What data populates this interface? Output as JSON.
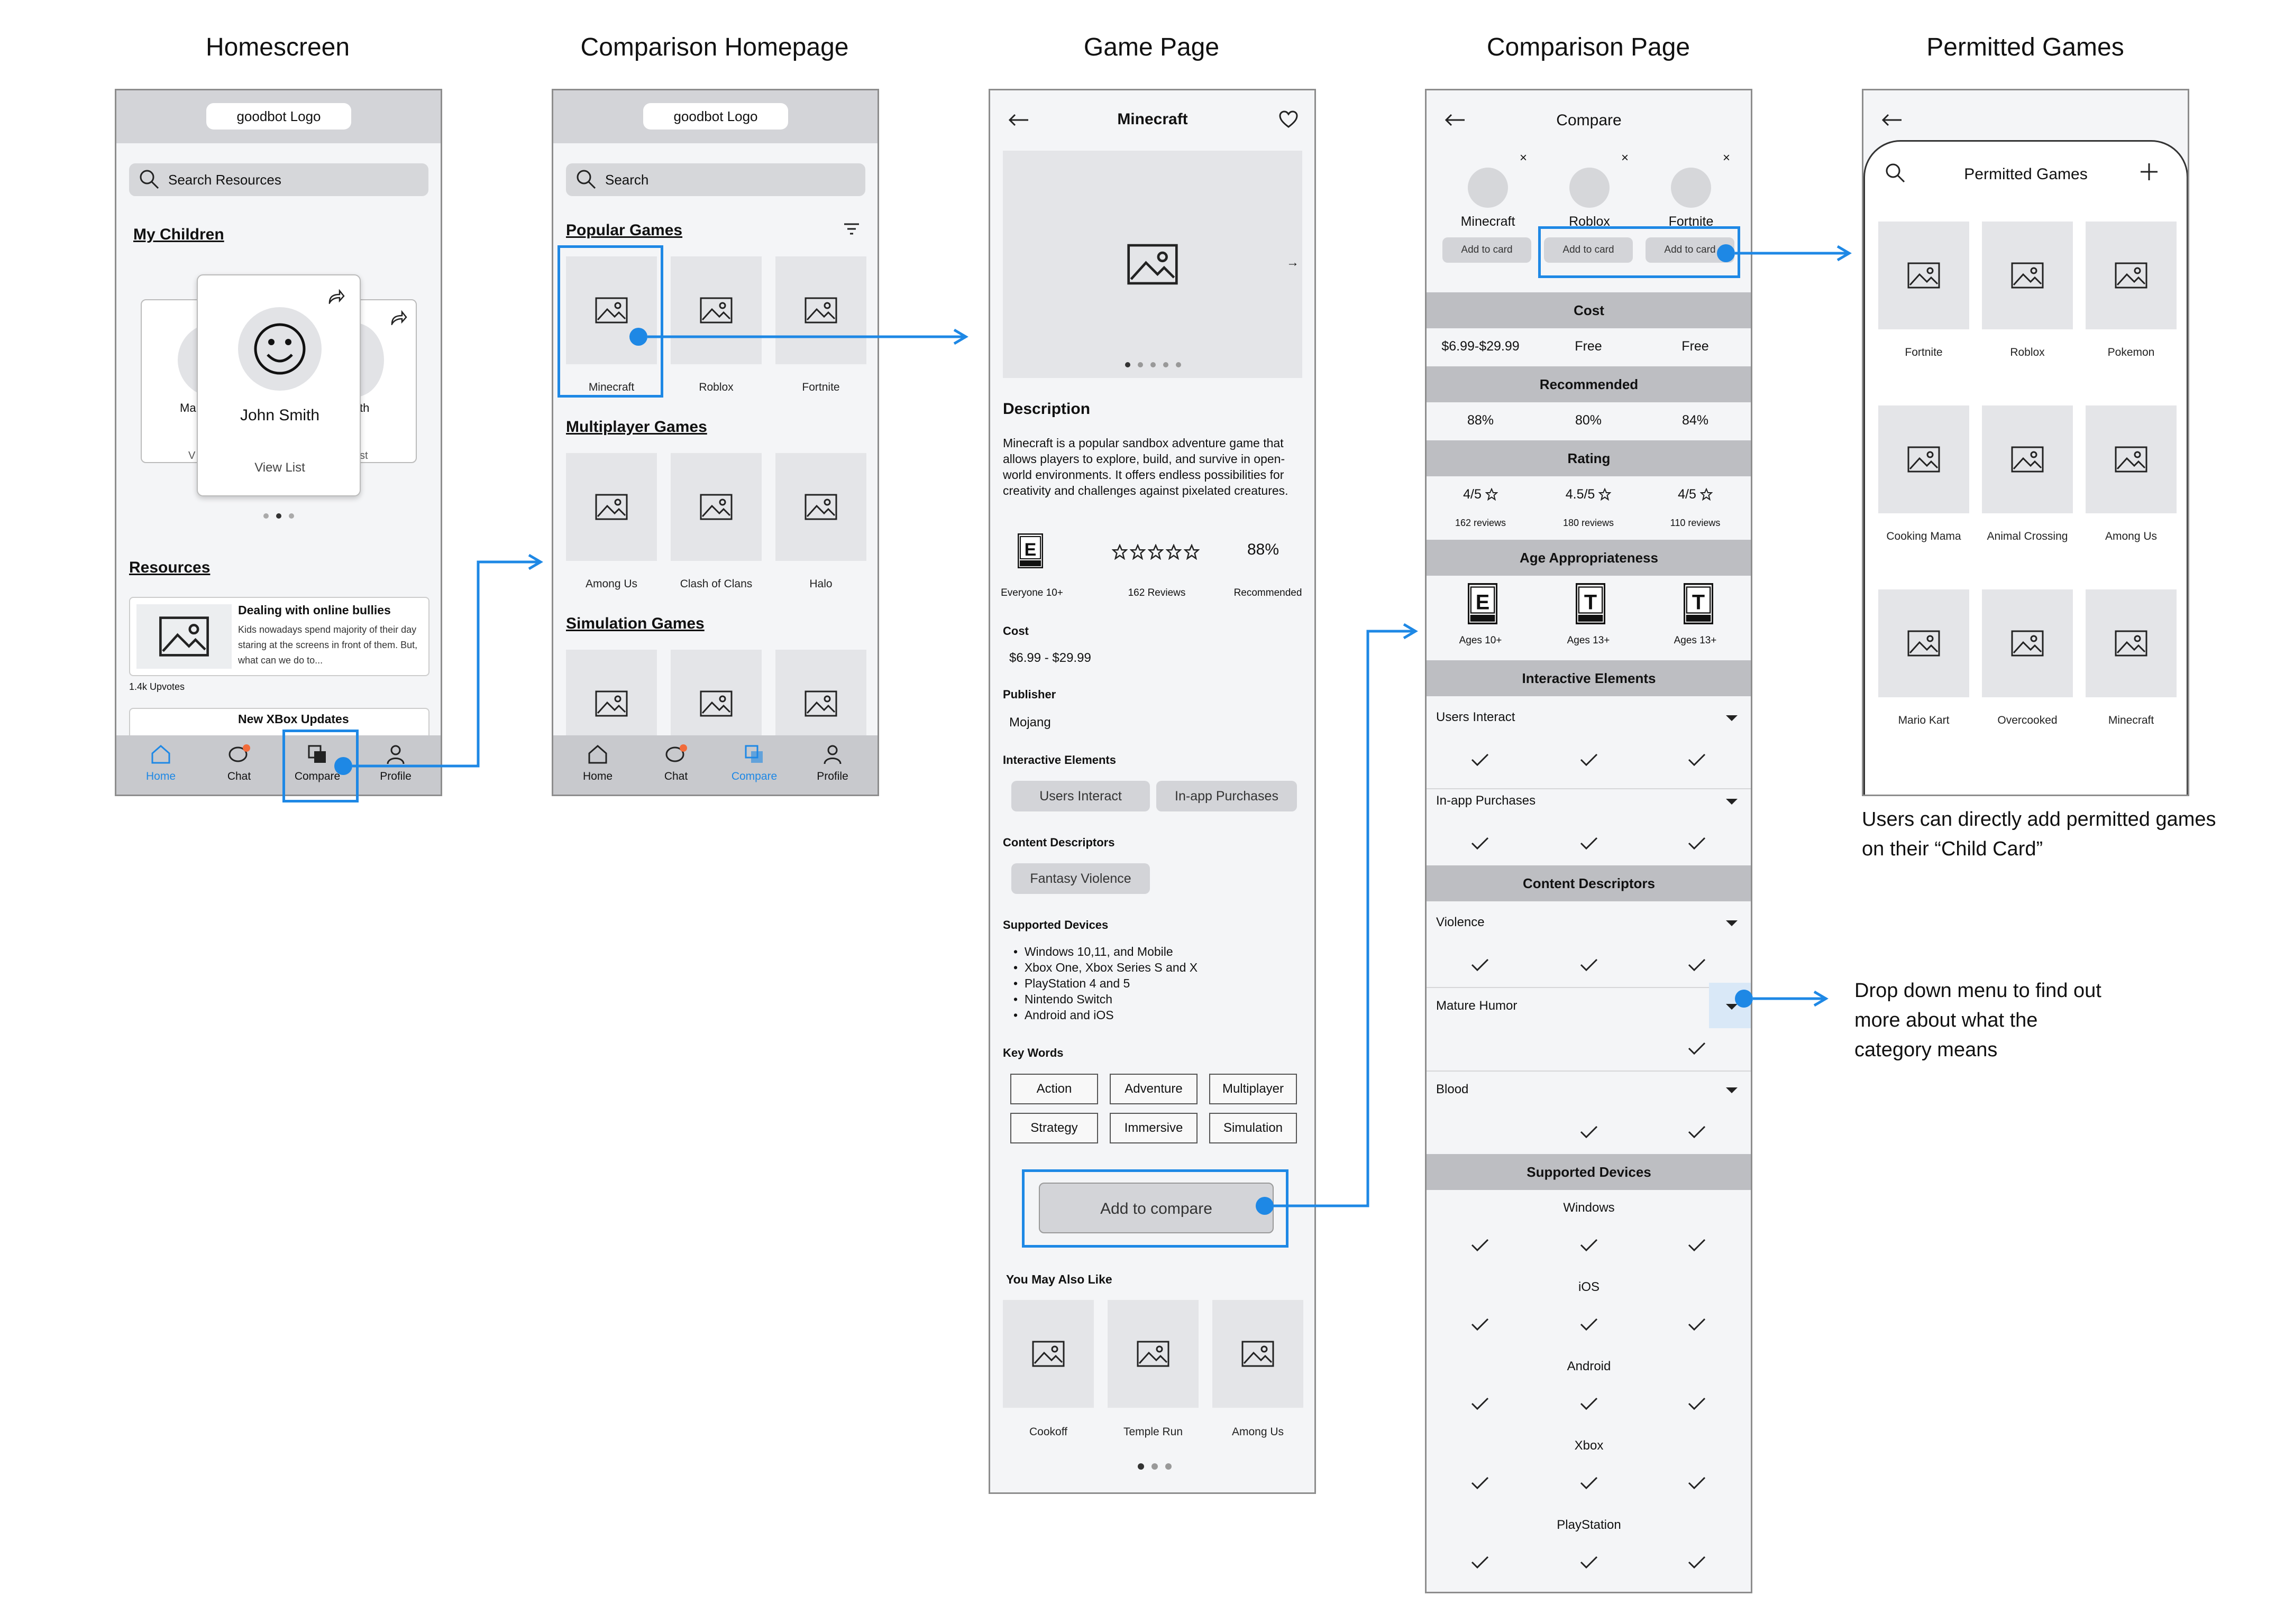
{
  "columns": {
    "c1": "Homescreen",
    "c2": "Comparison Homepage",
    "c3": "Game Page",
    "c4": "Comparison Page",
    "c5": "Permitted Games"
  },
  "home": {
    "logo": "goodbot Logo",
    "search_placeholder": "Search Resources",
    "my_children": "My Children",
    "child_name": "John Smith",
    "view_list": "View List",
    "left_peek": "Ma",
    "left_peek2": "V",
    "right_peek": "th",
    "right_peek2": "st",
    "resources": "Resources",
    "res1_title": "Dealing with online bullies",
    "res1_body": "Kids nowadays spend majority of their day staring at the screens in front of them.  But, what can we do to...",
    "res1_upvotes": "1.4k Upvotes",
    "res2_title": "New XBox Updates"
  },
  "nav": {
    "home": "Home",
    "chat": "Chat",
    "compare": "Compare",
    "profile": "Profile"
  },
  "chome": {
    "logo": "goodbot Logo",
    "search_placeholder": "Search",
    "popular": "Popular Games",
    "multiplayer": "Multiplayer Games",
    "simulation": "Simulation Games",
    "popular_games": [
      "Minecraft",
      "Roblox",
      "Fortnite"
    ],
    "multi_games": [
      "Among Us",
      "Clash of Clans",
      "Halo"
    ]
  },
  "game": {
    "title": "Minecraft",
    "description_h": "Description",
    "description": "Minecraft is a popular sandbox adventure game that allows players to explore, build, and survive in open-world environments. It offers endless possibilities for creativity and challenges against pixelated creatures.",
    "esrb_label": "Everyone 10+",
    "reviews": "162 Reviews",
    "percent": "88%",
    "recommended": "Recommended",
    "cost_h": "Cost",
    "cost": "$6.99 - $29.99",
    "publisher_h": "Publisher",
    "publisher": "Mojang",
    "interactive_h": "Interactive Elements",
    "interactive": [
      "Users Interact",
      "In-app Purchases"
    ],
    "content_h": "Content Descriptors",
    "content": [
      "Fantasy Violence"
    ],
    "devices_h": "Supported Devices",
    "devices": [
      "Windows 10,11, and Mobile",
      "Xbox One, Xbox Series S and X",
      "PlayStation 4 and 5",
      "Nintendo Switch",
      "Android and iOS"
    ],
    "keywords_h": "Key Words",
    "keywords": [
      "Action",
      "Adventure",
      "Multiplayer",
      "Strategy",
      "Immersive",
      "Simulation"
    ],
    "add_compare": "Add to compare",
    "also_like": "You May Also Like",
    "also_games": [
      "Cookoff",
      "Temple Run",
      "Among Us"
    ]
  },
  "compare": {
    "title": "Compare",
    "games": [
      "Minecraft",
      "Roblox",
      "Fortnite"
    ],
    "add_card": "Add to card",
    "cost_h": "Cost",
    "cost": [
      "$6.99-$29.99",
      "Free",
      "Free"
    ],
    "rec_h": "Recommended",
    "rec": [
      "88%",
      "80%",
      "84%"
    ],
    "rating_h": "Rating",
    "rating": [
      "4/5",
      "4.5/5",
      "4/5"
    ],
    "reviews": [
      "162 reviews",
      "180 reviews",
      "110 reviews"
    ],
    "age_h": "Age Appropriateness",
    "ages": [
      "Ages 10+",
      "Ages 13+",
      "Ages 13+"
    ],
    "interactive_h": "Interactive Elements",
    "interactive_rows": [
      "Users Interact",
      "In-app Purchases"
    ],
    "content_h": "Content Descriptors",
    "content_rows": [
      "Violence",
      "Mature Humor",
      "Blood"
    ],
    "devices_h": "Supported Devices",
    "devices": [
      "Windows",
      "iOS",
      "Android",
      "Xbox",
      "PlayStation"
    ]
  },
  "permitted": {
    "title": "Permitted Games",
    "games": [
      "Fortnite",
      "Roblox",
      "Pokemon",
      "Cooking Mama",
      "Animal Crossing",
      "Among Us",
      "Mario Kart",
      "Overcooked",
      "Minecraft"
    ]
  },
  "notes": {
    "permitted": "Users can directly add permitted games on their “Child Card”",
    "dropdown": "Drop down menu to find out more about what the category means"
  },
  "colors": {
    "accent": "#1e88e5",
    "badge": "#f26b3a"
  }
}
